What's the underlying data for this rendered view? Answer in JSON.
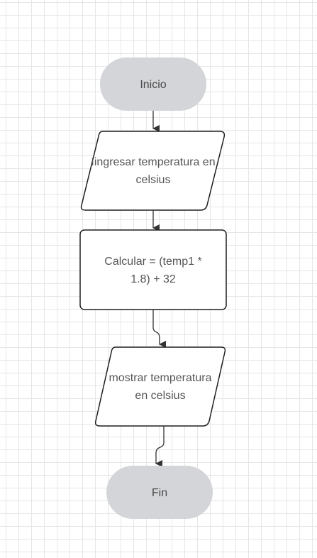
{
  "diagram": {
    "start": {
      "label": "Inicio"
    },
    "input": {
      "line1": "Iingresar temperatura en",
      "line2": "celsius"
    },
    "process": {
      "line1": "Calcular  = (temp1 *",
      "line2": "1.8) + 32"
    },
    "output": {
      "line1": "mostrar temperatura",
      "line2": "en celsius"
    },
    "end": {
      "label": "Fin"
    }
  },
  "colors": {
    "terminal_fill": "#d4d5d9",
    "stroke": "#1f1f1f",
    "text": "#555555",
    "grid": "#e6e6e6"
  }
}
